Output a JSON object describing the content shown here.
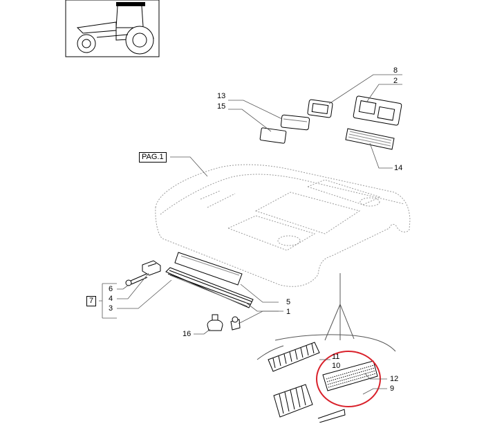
{
  "diagram": {
    "page_ref": "PAG.1",
    "group_label": "7",
    "part_labels": {
      "p1": "1",
      "p2": "2",
      "p3": "3",
      "p4": "4",
      "p5": "5",
      "p6": "6",
      "p8": "8",
      "p9": "9",
      "p10": "10",
      "p11": "11",
      "p12": "12",
      "p13": "13",
      "p14": "14",
      "p15": "15",
      "p16": "16"
    }
  },
  "colors": {
    "line": "#000000",
    "dashed_outline": "#9a9a9a",
    "leader": "#555555",
    "highlight_circle": "#d9202a",
    "tractor_cab": "#000000"
  },
  "icons": [
    "tractor-thumbnail-icon"
  ]
}
